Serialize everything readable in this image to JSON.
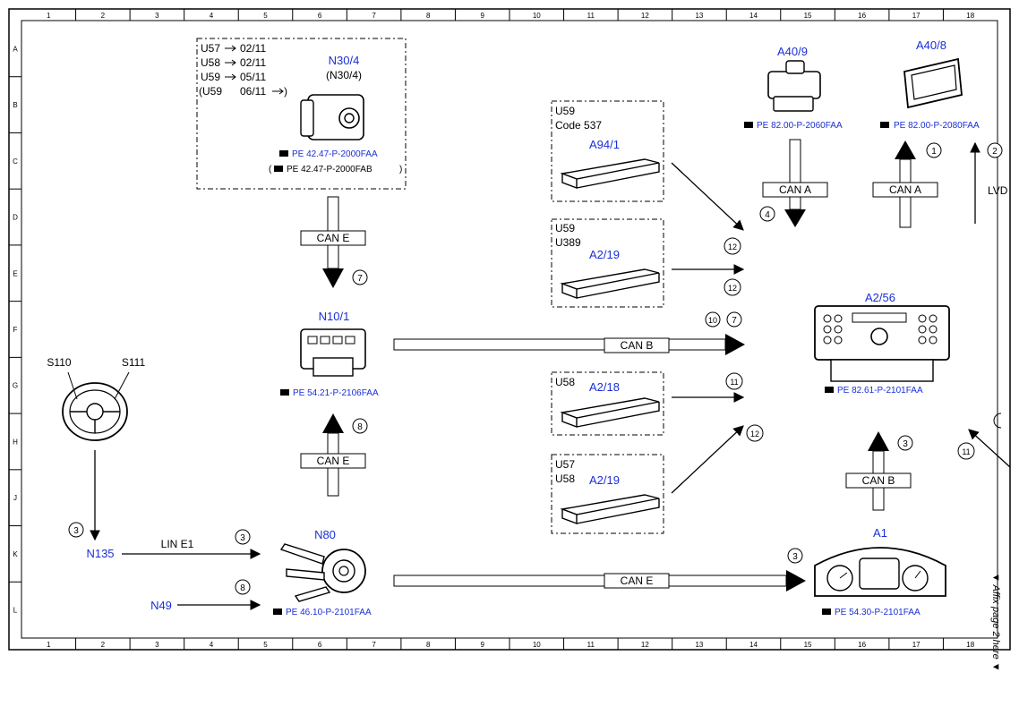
{
  "grid": {
    "columns": [
      "1",
      "2",
      "3",
      "4",
      "5",
      "6",
      "7",
      "8",
      "9",
      "10",
      "11",
      "12",
      "13",
      "14",
      "15",
      "16",
      "17",
      "18"
    ],
    "rows": [
      "A",
      "B",
      "C",
      "D",
      "E",
      "F",
      "G",
      "H",
      "J",
      "K",
      "L"
    ]
  },
  "components": {
    "n30_4": {
      "label": "N30/4",
      "alt": "(N30/4)",
      "ref": "PE 42.47-P-2000FAA",
      "ref2": "PE 42.47-P-2000FAB",
      "variants": [
        "U57",
        "U58",
        "U59",
        "(U59"
      ],
      "dates": [
        "02/11",
        "02/11",
        "05/11",
        "06/11"
      ]
    },
    "a40_9": {
      "label": "A40/9",
      "ref": "PE 82.00-P-2060FAA"
    },
    "a40_8": {
      "label": "A40/8",
      "ref": "PE 82.00-P-2080FAA"
    },
    "a94_1": {
      "label": "A94/1",
      "code1": "U59",
      "code2": "Code 537"
    },
    "a2_19_top": {
      "label": "A2/19",
      "code1": "U59",
      "code2": "U389"
    },
    "n10_1": {
      "label": "N10/1",
      "ref": "PE 54.21-P-2106FAA"
    },
    "a2_56": {
      "label": "A2/56",
      "ref": "PE 82.61-P-2101FAA"
    },
    "a2_18": {
      "label": "A2/18",
      "code1": "U58"
    },
    "a2_19_bot": {
      "label": "A2/19",
      "code1": "U57",
      "code2": "U58"
    },
    "s110": {
      "label": "S110"
    },
    "s111": {
      "label": "S111"
    },
    "n135": {
      "label": "N135"
    },
    "n49": {
      "label": "N49"
    },
    "n80": {
      "label": "N80",
      "ref": "PE 46.10-P-2101FAA"
    },
    "a1": {
      "label": "A1",
      "ref": "PE 54.30-P-2101FAA"
    }
  },
  "buses": {
    "can_e_top": "CAN E",
    "can_e_mid": "CAN E",
    "can_e_bottom": "CAN E",
    "can_b_main": "CAN B",
    "can_b_right": "CAN B",
    "can_a_left": "CAN A",
    "can_a_right": "CAN A",
    "lin_e1": "LIN E1",
    "lvd": "LVD"
  },
  "markers": {
    "m1": "1",
    "m2": "2",
    "m4": "4",
    "m7a": "7",
    "m8": "8",
    "m10": "10",
    "m7b": "7",
    "m12a": "12",
    "m12b": "12",
    "m11a": "11",
    "m12c": "12",
    "m3a": "3",
    "m3b": "3",
    "m3c": "3",
    "m3d": "3",
    "m8b": "8",
    "m11b": "11"
  },
  "footer": {
    "affix": "▼ Affix page 2 here ▼"
  }
}
